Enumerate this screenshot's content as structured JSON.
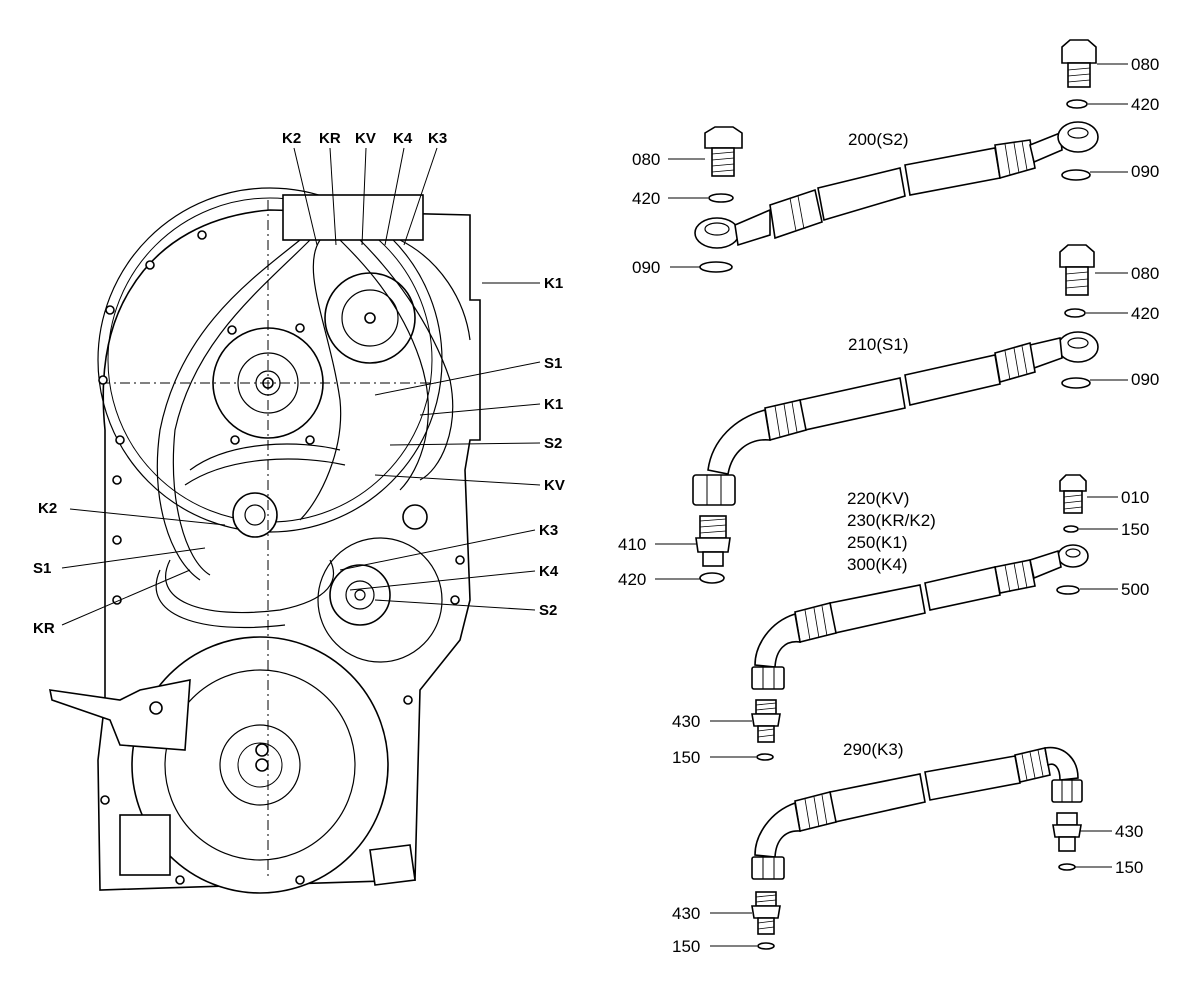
{
  "assembly_labels": {
    "top": [
      "K2",
      "KR",
      "KV",
      "K4",
      "K3"
    ],
    "k1_top": "K1",
    "right": [
      "S1",
      "K1",
      "S2",
      "KV",
      "K3",
      "K4",
      "S2"
    ],
    "left": [
      "K2",
      "S1",
      "KR"
    ]
  },
  "parts": {
    "hose1": {
      "title": "200(S2)",
      "bolt_left": "080",
      "ring_left": "420",
      "seal_left": "090",
      "bolt_right": "080",
      "ring_right": "420",
      "seal_right": "090"
    },
    "hose2": {
      "title": "210(S1)",
      "bolt": "080",
      "ring": "420",
      "seal": "090",
      "fitting": "410",
      "fitting_ring": "420"
    },
    "hose3": {
      "titles": [
        "220(KV)",
        "230(KR/K2)",
        "250(K1)",
        "300(K4)"
      ],
      "bolt": "010",
      "ring": "150",
      "seal": "500",
      "fitting": "430",
      "fitting_ring": "150"
    },
    "hose4": {
      "title": "290(K3)",
      "fitting_right": "430",
      "ring_right": "150",
      "fitting_left": "430",
      "ring_left": "150"
    }
  }
}
